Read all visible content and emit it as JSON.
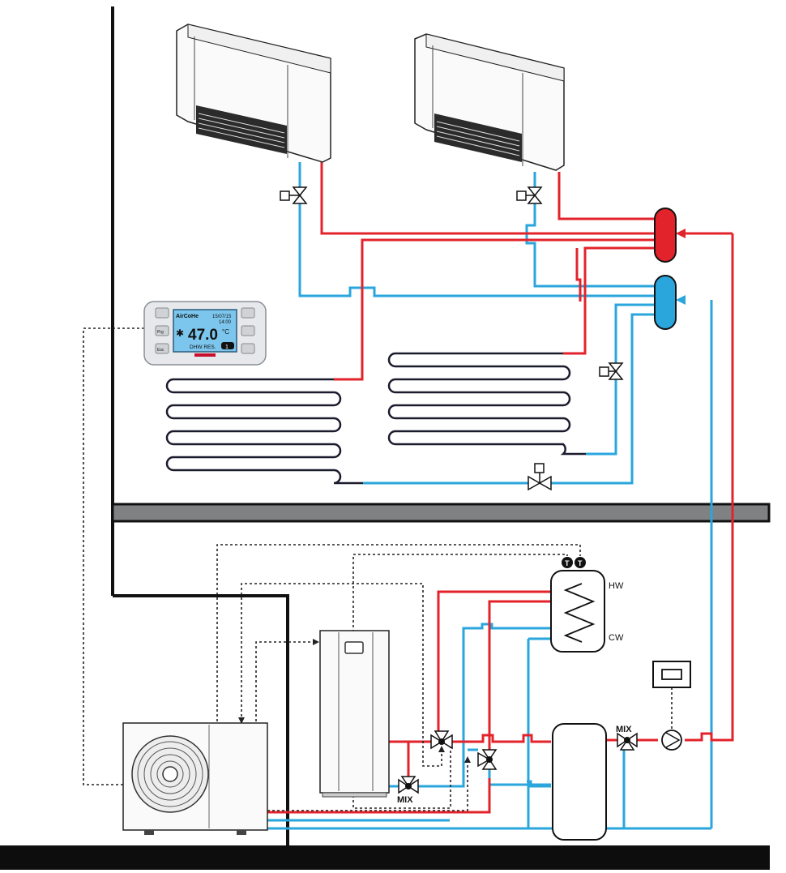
{
  "colors": {
    "supply": "#e3232b",
    "return": "#2aa6dd",
    "wall": "#111111",
    "slab": "#7f8183",
    "ground": "#0d0d0d",
    "signal": "#222222"
  },
  "controller": {
    "display_temp": "47.0",
    "display_unit": "°C",
    "display_status": "DHW RES.",
    "display_date": "15/07/15",
    "display_time": "14:00",
    "display_badge": "1",
    "display_mode_label": "AirCoHe",
    "left_key_1": "Prg",
    "left_key_2": "Esc",
    "icon": "thermostat-controller-icon"
  },
  "dhw_tank": {
    "hw_label": "HW",
    "cw_label": "CW",
    "sensor_1": "T",
    "sensor_2": "T"
  },
  "mixing_valves": {
    "mix_1": "MIX",
    "mix_2": "MIX"
  },
  "components": {
    "fan_coils": [
      "fan-coil-unit",
      "fan-coil-unit"
    ],
    "underfloor_loops": [
      "underfloor-loop",
      "underfloor-loop"
    ],
    "heat_pump": "outdoor-heat-pump-unit",
    "indoor_unit": "indoor-hydronic-unit",
    "buffer_tank": "buffer-tank",
    "pump": "circulation-pump-icon",
    "pump_controller": "pump-controller-icon"
  }
}
